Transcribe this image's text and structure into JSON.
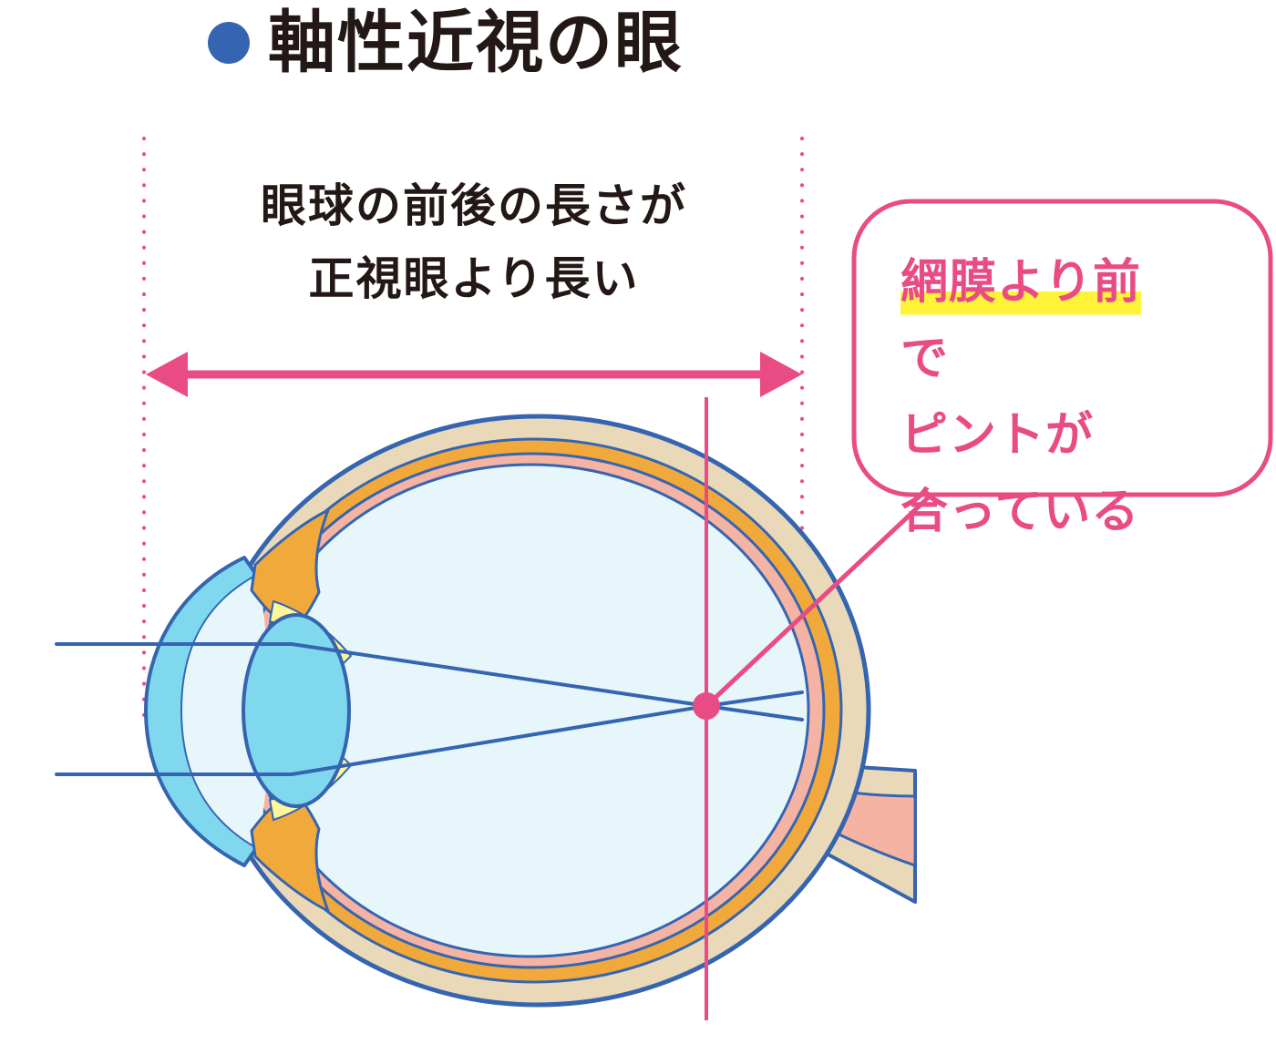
{
  "title": {
    "text": "軸性近視の眼"
  },
  "length_note": {
    "line1": "眼球の前後の長さが",
    "line2": "正視眼より長い"
  },
  "callout": {
    "line1_highlight": "網膜より前",
    "line1_rest": "で",
    "line2": "ピントが",
    "line3": "合っている"
  },
  "colors": {
    "accent_pink": "#e94c84",
    "outline_blue": "#3565b0",
    "sclera": "#ead9b8",
    "choroid_orange": "#f2a93b",
    "retina_pink": "#f5b3a4",
    "vitreous": "#e6f6fb",
    "cornea_lens": "#7fd8ee",
    "zonule_yellow": "#fff59a",
    "highlight_yellow": "#fff33a",
    "text_dark": "#231815"
  }
}
